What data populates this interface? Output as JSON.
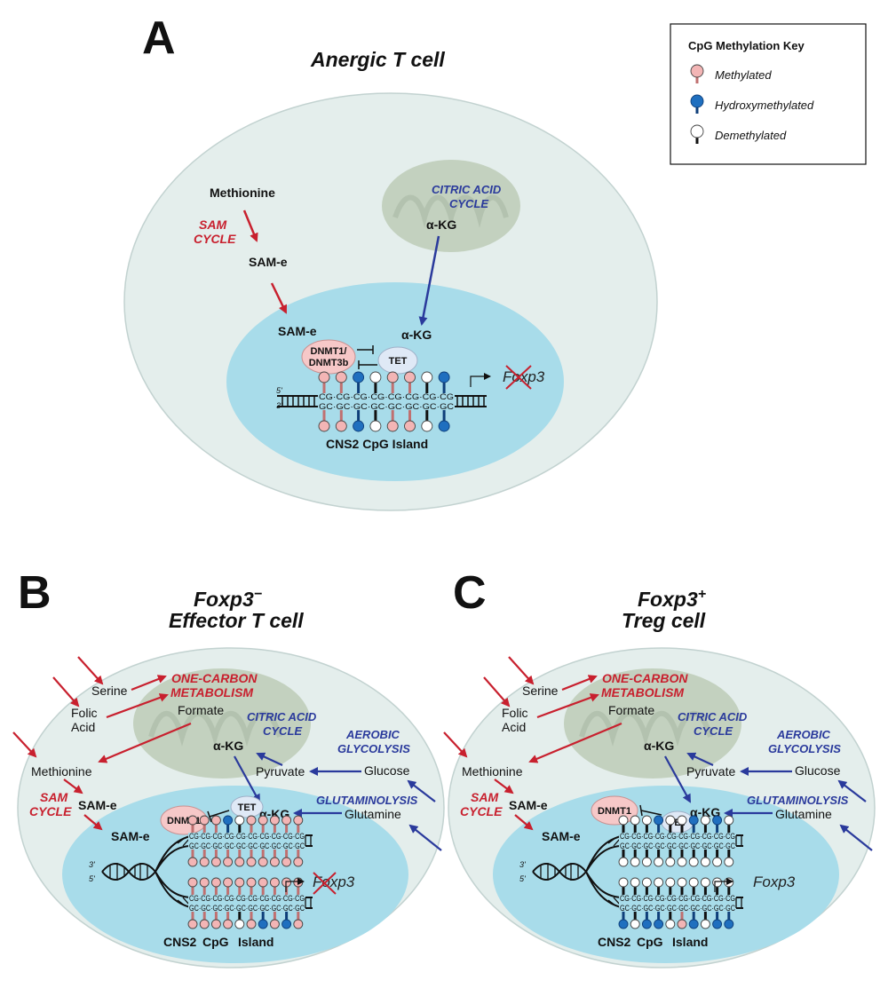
{
  "panels": {
    "A": {
      "letter": "A",
      "title": "Anergic T cell",
      "methionine": "Methionine",
      "sam_cycle_1": "SAM",
      "sam_cycle_2": "CYCLE",
      "same_cyto": "SAM-e",
      "same_nuc": "SAM-e",
      "citric_1": "CITRIC ACID",
      "citric_2": "CYCLE",
      "akg_mito": "α-KG",
      "akg_nuc": "α-KG",
      "dnmt_1": "DNMT1/",
      "dnmt_2": "DNMT3b",
      "tet": "TET",
      "strand5": "5'",
      "strand3": "3'",
      "cg_top": "CG·CG·CG·CG·CG·CG·CG·CG",
      "cg_bot": "GC·GC·GC·GC·GC·GC·GC·GC",
      "gene": "Foxp3",
      "island": "CNS2 CpG Island",
      "top_states": [
        "m",
        "m",
        "h",
        "d",
        "m",
        "m",
        "d",
        "h"
      ],
      "bottom_states": [
        "m",
        "m",
        "h",
        "d",
        "m",
        "m",
        "d",
        "h"
      ]
    },
    "B": {
      "letter": "B",
      "title_1": "Foxp3",
      "title_sup": "−",
      "title_2": "Effector T cell",
      "serine": "Serine",
      "folic_1": "Folic",
      "folic_2": "Acid",
      "one_carbon_1": "ONE-CARBON",
      "one_carbon_2": "METABOLISM",
      "formate": "Formate",
      "citric_1": "CITRIC ACID",
      "citric_2": "CYCLE",
      "aerobic_1": "AEROBIC",
      "aerobic_2": "GLYCOLYSIS",
      "akg_mito": "α-KG",
      "methionine": "Methionine",
      "pyruvate": "Pyruvate",
      "glucose": "Glucose",
      "sam_cycle_1": "SAM",
      "sam_cycle_2": "CYCLE",
      "same_cyto": "SAM-e",
      "glutaminolysis": "GLUTAMINOLYSIS",
      "glutamine": "Glutamine",
      "dnmt": "DNMT1",
      "tet": "TET",
      "akg_nuc": "α-KG",
      "same_nuc": "SAM-e",
      "strand3": "3'",
      "strand5": "5'",
      "cg_row": "CG·CG·CG·CG·CG·CG·CG·CG·CG·CG",
      "gc_row": "GC·GC·GC·GC·GC·GC·GC·GC·GC·GC",
      "gene": "Foxp3",
      "cns2": "CNS2",
      "cpg": "CpG",
      "island": "Island",
      "upper_top": [
        "m",
        "m",
        "m",
        "h",
        "d",
        "m",
        "m",
        "m",
        "m",
        "m"
      ],
      "upper_bottom": [
        "m",
        "m",
        "m",
        "m",
        "m",
        "m",
        "m",
        "m",
        "m",
        "m"
      ],
      "lower_top": [
        "m",
        "m",
        "m",
        "m",
        "m",
        "m",
        "m",
        "m",
        "m",
        "m"
      ],
      "lower_bottom": [
        "m",
        "m",
        "m",
        "m",
        "d",
        "m",
        "h",
        "m",
        "h",
        "m"
      ]
    },
    "C": {
      "letter": "C",
      "title_1": "Foxp3",
      "title_sup": "+",
      "title_2": "Treg cell",
      "serine": "Serine",
      "folic_1": "Folic",
      "folic_2": "Acid",
      "one_carbon_1": "ONE-CARBON",
      "one_carbon_2": "METABOLISM",
      "formate": "Formate",
      "citric_1": "CITRIC ACID",
      "citric_2": "CYCLE",
      "aerobic_1": "AEROBIC",
      "aerobic_2": "GLYCOLYSIS",
      "akg_mito": "α-KG",
      "methionine": "Methionine",
      "pyruvate": "Pyruvate",
      "glucose": "Glucose",
      "sam_cycle_1": "SAM",
      "sam_cycle_2": "CYCLE",
      "same_cyto": "SAM-e",
      "glutaminolysis": "GLUTAMINOLYSIS",
      "glutamine": "Glutamine",
      "dnmt": "DNMT1",
      "tet": "TET",
      "akg_nuc": "α-KG",
      "same_nuc": "SAM-e",
      "strand3": "3'",
      "strand5": "5'",
      "cg_row": "CG·CG·CG·CG·CG·CG·CG·CG·CG·CG",
      "gc_row": "GC·GC·GC·GC·GC·GC·GC·GC·GC·GC",
      "gene": "Foxp3",
      "cns2": "CNS2",
      "cpg": "CpG",
      "island": "Island",
      "upper_top": [
        "d",
        "d",
        "d",
        "h",
        "d",
        "d",
        "h",
        "d",
        "h",
        "d"
      ],
      "upper_bottom": [
        "d",
        "d",
        "d",
        "d",
        "d",
        "d",
        "d",
        "d",
        "d",
        "d"
      ],
      "lower_top": [
        "d",
        "d",
        "d",
        "d",
        "d",
        "d",
        "d",
        "d",
        "d",
        "d"
      ],
      "lower_bottom": [
        "h",
        "d",
        "h",
        "h",
        "d",
        "m",
        "h",
        "d",
        "h",
        "h"
      ]
    }
  },
  "key": {
    "title": "CpG Methylation Key",
    "items": [
      {
        "state": "m",
        "label": "Methylated"
      },
      {
        "state": "h",
        "label": "Hydroxymethylated"
      },
      {
        "state": "d",
        "label": "Demethylated"
      }
    ]
  },
  "colors": {
    "cell": "#e4eeec",
    "cell_stroke": "#c2d2d0",
    "mito": "#c3d1bf",
    "nucleus": "#a8dcea",
    "red_arrow": "#c8202e",
    "blue_arrow": "#2a3a9c",
    "methylated": "#f3b5b5",
    "hydroxy": "#1f6fbf",
    "demethylated": "#ffffff",
    "dnmt": "#f6c8c8",
    "tet": "#dfe9f6"
  }
}
